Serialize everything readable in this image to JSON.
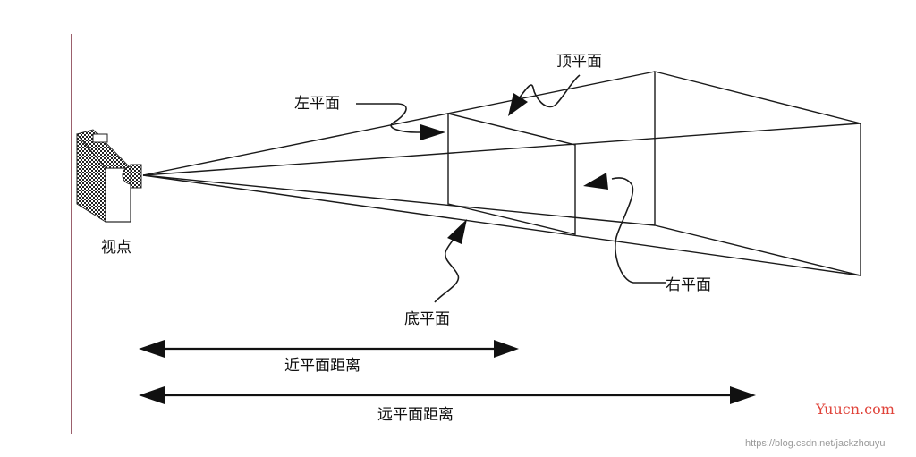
{
  "labels": {
    "viewpoint": "视点",
    "left_plane": "左平面",
    "top_plane": "顶平面",
    "bottom_plane": "底平面",
    "right_plane": "右平面",
    "near_distance": "近平面距离",
    "far_distance": "远平面距离"
  },
  "watermark": {
    "brand": "Yuucn.com",
    "url": "https://blog.csdn.net/jackzhouyu"
  },
  "colors": {
    "line": "#1a1a1a",
    "border_line": "#7a2c3c",
    "watermark_brand": "#e0433a",
    "watermark_url": "#9a9a9a"
  }
}
